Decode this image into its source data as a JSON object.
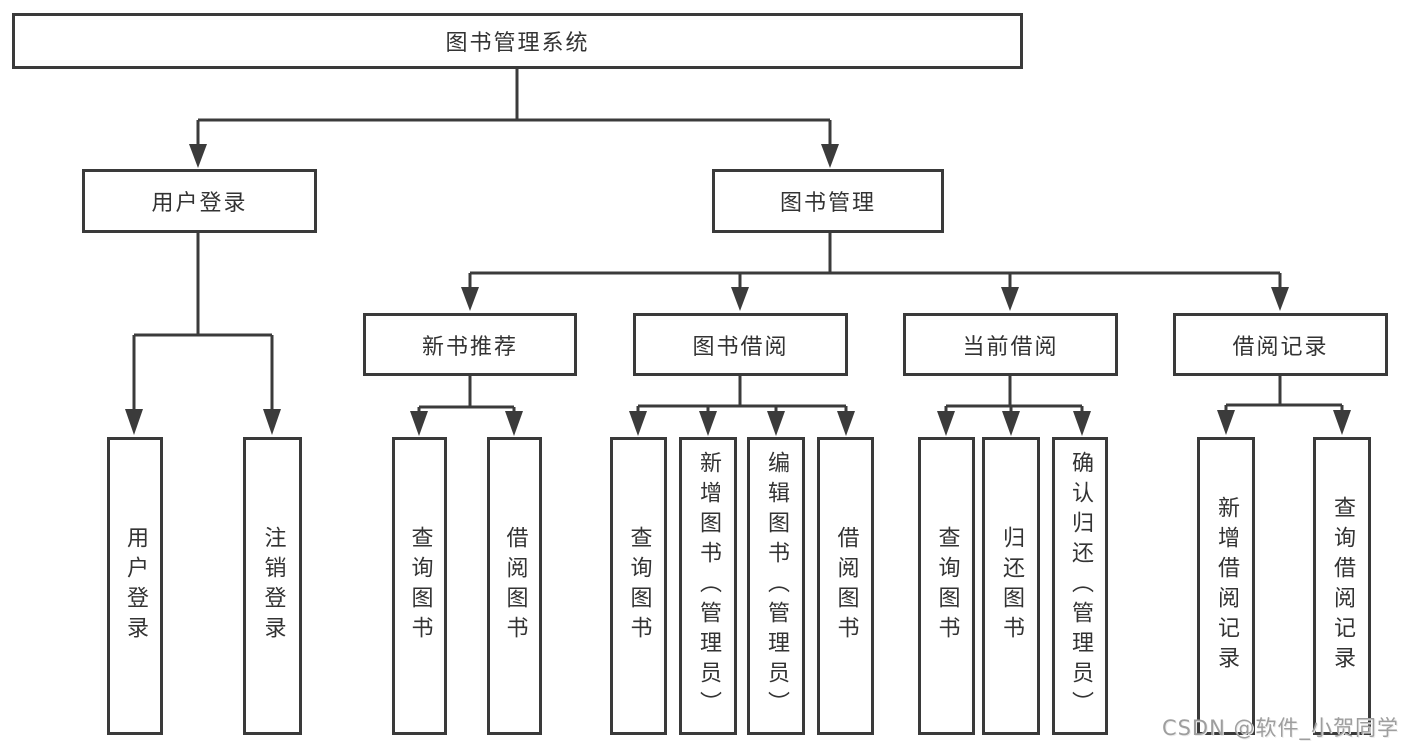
{
  "diagram": {
    "root": {
      "label": "图书管理系统"
    },
    "branches": [
      {
        "label": "用户登录",
        "children": [
          {
            "label": "用户登录"
          },
          {
            "label": "注销登录"
          }
        ]
      },
      {
        "label": "图书管理",
        "children": [
          {
            "label": "新书推荐",
            "children": [
              {
                "label": "查询图书"
              },
              {
                "label": "借阅图书"
              }
            ]
          },
          {
            "label": "图书借阅",
            "children": [
              {
                "label": "查询图书"
              },
              {
                "label": "新增图书（管理员）"
              },
              {
                "label": "编辑图书（管理员）"
              },
              {
                "label": "借阅图书"
              }
            ]
          },
          {
            "label": "当前借阅",
            "children": [
              {
                "label": "查询图书"
              },
              {
                "label": "归还图书"
              },
              {
                "label": "确认归还（管理员）"
              }
            ]
          },
          {
            "label": "借阅记录",
            "children": [
              {
                "label": "新增借阅记录"
              },
              {
                "label": "查询借阅记录"
              }
            ]
          }
        ]
      }
    ]
  },
  "watermark": {
    "text": "CSDN @软件_小贺同学"
  },
  "colors": {
    "line": "#3b3b3b",
    "box_border": "#3a3a3a",
    "text": "#333333",
    "watermark": "#9e9e9e",
    "background": "#ffffff"
  }
}
